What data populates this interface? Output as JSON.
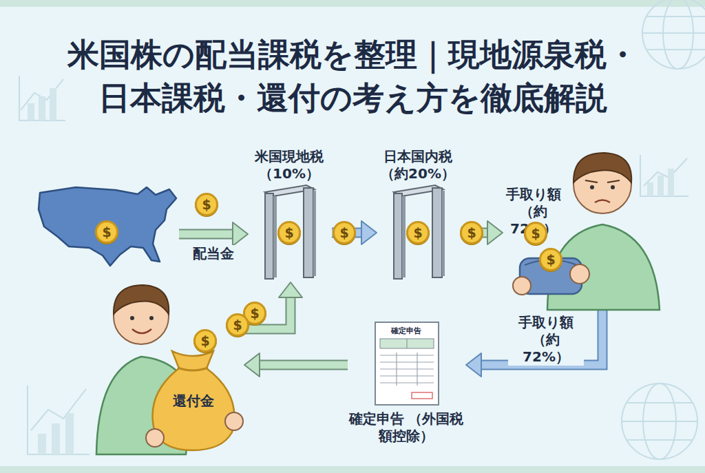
{
  "diagram": {
    "title": "米国株の配当課税を整理｜現地源泉税・ 日本課税・還付の考え方を徹底解説",
    "nodes": [
      {
        "text": [
          "$"
        ]
      },
      {
        "text": [
          "米国現地税 （10%）"
        ]
      },
      {
        "text": [
          "日本国内税 （約20%）"
        ]
      },
      {
        "text": [
          "手取り額 （約72%）"
        ]
      },
      {
        "text": [
          "確定申告",
          "確定申告 （外国税額控除）"
        ]
      },
      {
        "text": [
          "還付金"
        ]
      }
    ],
    "edges": [
      {
        "from": 0,
        "to": 1,
        "arrow": "to",
        "label": "配当金"
      },
      {
        "from": 1,
        "to": 2,
        "arrow": "to"
      },
      {
        "from": 2,
        "to": 3,
        "arrow": "to"
      },
      {
        "from": 3,
        "to": 4,
        "arrow": "to",
        "label": "手取り額 （約72%）"
      },
      {
        "from": 4,
        "to": 5,
        "arrow": "to"
      },
      {
        "from": 5,
        "to": 1,
        "arrow": "to"
      }
    ],
    "labels": [
      "$",
      "$",
      "$",
      "$",
      "$",
      "$",
      "$",
      "$",
      "$",
      "$"
    ]
  }
}
